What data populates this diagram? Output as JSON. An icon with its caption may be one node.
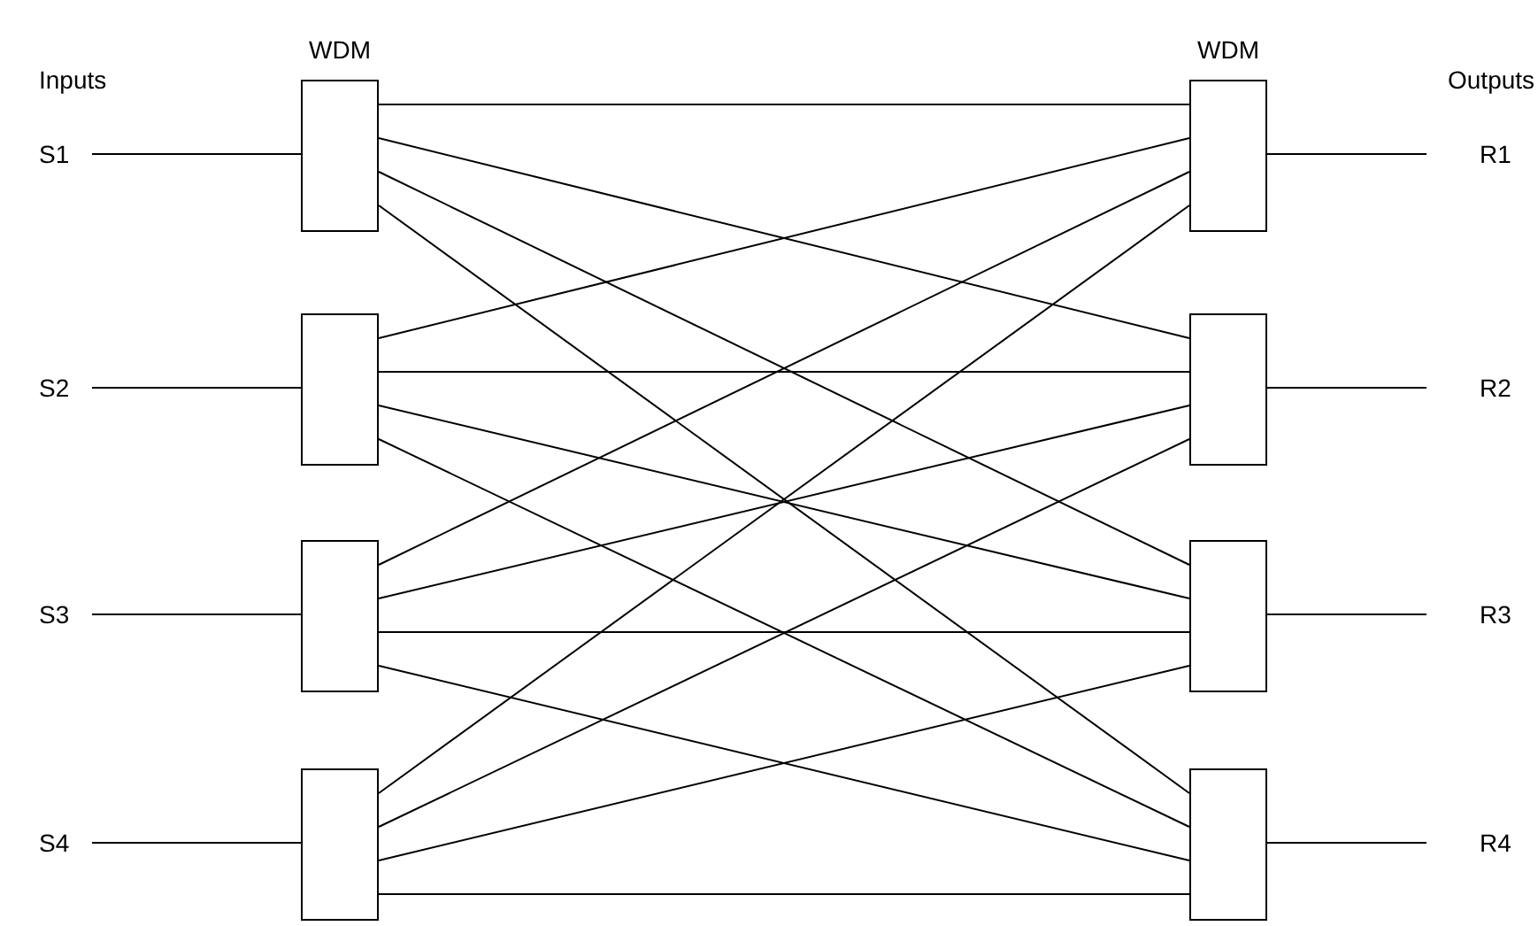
{
  "diagram": {
    "nodes": [
      {
        "text": [
          "S1"
        ]
      },
      {
        "text": [
          "S2"
        ]
      },
      {
        "text": [
          "S3"
        ]
      },
      {
        "text": [
          "S4"
        ]
      },
      {
        "text": [],
        "shape": "box",
        "beside": [
          "WDM"
        ]
      },
      {
        "text": [],
        "shape": "box"
      },
      {
        "text": [],
        "shape": "box"
      },
      {
        "text": [],
        "shape": "box"
      },
      {
        "text": [],
        "shape": "box",
        "beside": [
          "WDM"
        ]
      },
      {
        "text": [],
        "shape": "box"
      },
      {
        "text": [],
        "shape": "box"
      },
      {
        "text": [],
        "shape": "box"
      },
      {
        "text": [
          "R1"
        ]
      },
      {
        "text": [
          "R2"
        ]
      },
      {
        "text": [
          "R3"
        ]
      },
      {
        "text": [
          "R4"
        ]
      }
    ],
    "edges": [
      {
        "from": 0,
        "to": 4,
        "arrow": "none"
      },
      {
        "from": 1,
        "to": 5,
        "arrow": "none"
      },
      {
        "from": 2,
        "to": 6,
        "arrow": "none"
      },
      {
        "from": 3,
        "to": 7,
        "arrow": "none"
      },
      {
        "from": 4,
        "to": 8,
        "arrow": "none"
      },
      {
        "from": 4,
        "to": 9,
        "arrow": "none"
      },
      {
        "from": 4,
        "to": 10,
        "arrow": "none"
      },
      {
        "from": 4,
        "to": 11,
        "arrow": "none"
      },
      {
        "from": 5,
        "to": 8,
        "arrow": "none"
      },
      {
        "from": 5,
        "to": 9,
        "arrow": "none"
      },
      {
        "from": 5,
        "to": 10,
        "arrow": "none"
      },
      {
        "from": 5,
        "to": 11,
        "arrow": "none"
      },
      {
        "from": 6,
        "to": 8,
        "arrow": "none"
      },
      {
        "from": 6,
        "to": 9,
        "arrow": "none"
      },
      {
        "from": 6,
        "to": 10,
        "arrow": "none"
      },
      {
        "from": 6,
        "to": 11,
        "arrow": "none"
      },
      {
        "from": 7,
        "to": 8,
        "arrow": "none"
      },
      {
        "from": 7,
        "to": 9,
        "arrow": "none"
      },
      {
        "from": 7,
        "to": 10,
        "arrow": "none"
      },
      {
        "from": 7,
        "to": 11,
        "arrow": "none"
      },
      {
        "from": 8,
        "to": 12,
        "arrow": "none"
      },
      {
        "from": 9,
        "to": 13,
        "arrow": "none"
      },
      {
        "from": 10,
        "to": 14,
        "arrow": "none"
      },
      {
        "from": 11,
        "to": 15,
        "arrow": "none"
      }
    ],
    "labels": [
      "Inputs",
      "Outputs"
    ]
  }
}
